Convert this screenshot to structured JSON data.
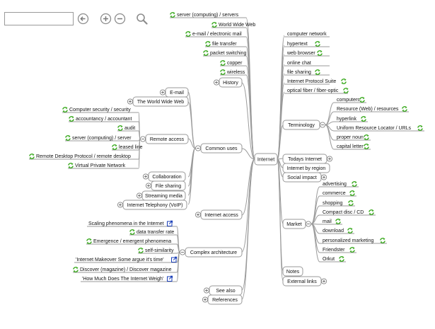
{
  "toolbar": {
    "search": {
      "value": "",
      "placeholder": ""
    },
    "buttons": [
      {
        "name": "back-button",
        "icon": "back-arrow-icon"
      },
      {
        "name": "zoom-in-button",
        "icon": "zoom-in-icon"
      },
      {
        "name": "zoom-out-button",
        "icon": "zoom-out-icon"
      },
      {
        "name": "search-button",
        "icon": "magnifier-icon"
      }
    ]
  },
  "colors": {
    "line": "#9a9a9a",
    "node_border": "#9a9a9a",
    "refresh_icon": "#3aaa1e",
    "link_icon": "#1a3fb8"
  },
  "center": {
    "label": "Internet"
  },
  "top_right_leaves": [
    "computer network",
    "hypertext",
    "web browser",
    "online chat",
    "file sharing",
    "Internet Protocol Suite",
    "optical fiber / fiber-optic"
  ],
  "top_left_leaves": [
    "server (computing) / servers",
    "World Wide Web",
    "e-mail / electronic mail",
    "file transfer",
    "packet switching",
    "copper",
    "wireless"
  ],
  "history": {
    "label": "History"
  },
  "common_uses": {
    "label": "Common uses",
    "email": "E-mail",
    "www": "The World Wide Web",
    "remote_access": {
      "label": "Remote access",
      "items": [
        "Computer security / security",
        "accountancy / accountant",
        "audit",
        "server (computing) / server",
        "leased line",
        "Remote Desktop Protocol / remote desktop",
        "Virtual Private Network"
      ]
    },
    "collaboration": "Collaboration",
    "file_sharing": "File sharing",
    "streaming": "Streaming media",
    "voip": "Internet Telephony (VoIP)"
  },
  "internet_access": {
    "label": "Internet access"
  },
  "complex_architecture": {
    "label": "Complex architecture",
    "items": [
      {
        "text": "Scaling phenomena in the Internet",
        "icon": "link"
      },
      {
        "text": "data transfer rate",
        "icon": "refresh"
      },
      {
        "text": "Emergence / emergent phenomena",
        "icon": "refresh"
      },
      {
        "text": "self-similarity",
        "icon": "refresh"
      },
      {
        "text": "'Internet Makeover Some argue it's time'",
        "icon": "link"
      },
      {
        "text": "Discover (magazine) / Discover magazine",
        "icon": "refresh"
      },
      {
        "text": "'How Much Does The Internet Weigh'",
        "icon": "link"
      }
    ]
  },
  "see_also": {
    "label": "See also"
  },
  "references": {
    "label": "References"
  },
  "terminology": {
    "label": "Terminology",
    "items": [
      "computers",
      "Resource (Web) / resources",
      "hyperlink",
      "Uniform Resource Locator / URLs",
      "proper noun",
      "capital letter"
    ]
  },
  "todays_internet": {
    "label": "Todays Internet"
  },
  "internet_by_region": {
    "label": "Internet by region"
  },
  "social_impact": {
    "label": "Social impact"
  },
  "market": {
    "label": "Market",
    "items": [
      "advertising",
      "commerce",
      "shopping",
      "Compact disc / CD",
      "mail",
      "download",
      "personalized marketing",
      "Friendster",
      "Orkut"
    ]
  },
  "notes": {
    "label": "Notes"
  },
  "external_links": {
    "label": "External links"
  }
}
